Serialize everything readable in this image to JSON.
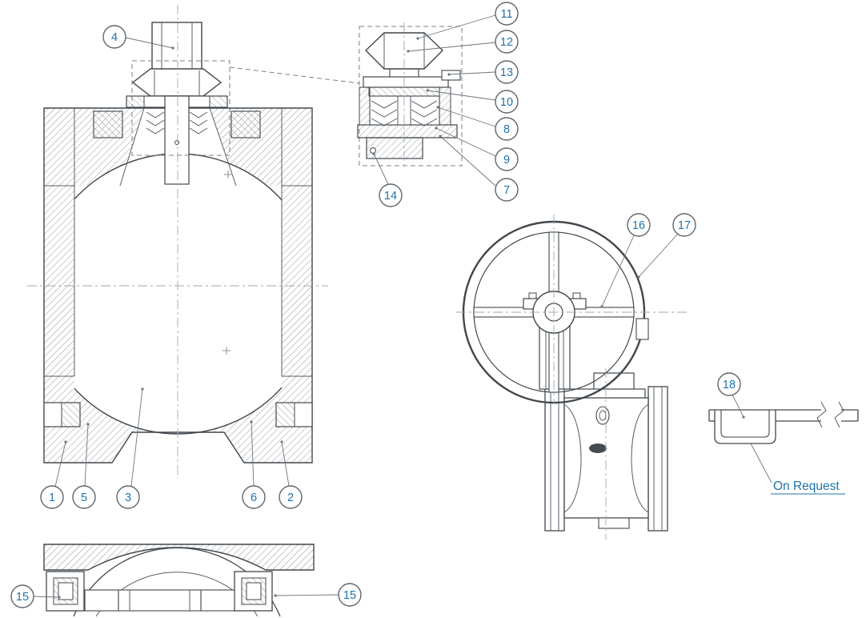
{
  "drawing": {
    "type": "technical-diagram",
    "subject": "ball-valve-sectional-assembly",
    "callouts": [
      {
        "num": "4"
      },
      {
        "num": "11"
      },
      {
        "num": "12"
      },
      {
        "num": "13"
      },
      {
        "num": "10"
      },
      {
        "num": "8"
      },
      {
        "num": "9"
      },
      {
        "num": "7"
      },
      {
        "num": "14"
      },
      {
        "num": "16"
      },
      {
        "num": "17"
      },
      {
        "num": "18"
      },
      {
        "num": "1"
      },
      {
        "num": "5"
      },
      {
        "num": "3"
      },
      {
        "num": "6"
      },
      {
        "num": "2"
      },
      {
        "num": "15"
      },
      {
        "num": "15"
      }
    ],
    "labels": {
      "on_request": "On Request"
    },
    "colors": {
      "line": "#41474c",
      "hatch": "#868c92",
      "callout_text": "#1f73ab",
      "annotation_text": "#1f73ab"
    }
  }
}
